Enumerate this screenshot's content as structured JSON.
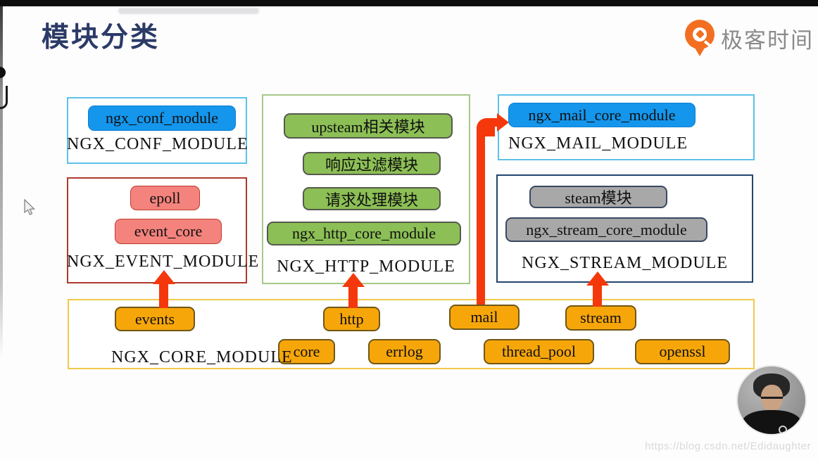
{
  "header": {
    "title": "模块分类",
    "brand": "极客时间"
  },
  "colors": {
    "title_navy": "#2b3a67",
    "arrow_red": "#f5380b",
    "blue_fill": "#1496ec",
    "blue_box_border": "#5ec1e8",
    "salmon_fill": "#f4837d",
    "red_box_border": "#b03a2e",
    "green_fill": "#8cbf55",
    "green_box_border": "#a7c887",
    "gray_fill": "#a8a8a8",
    "navy_box_border": "#24456e",
    "orange_fill": "#f7a60a",
    "gold_box_border": "#f3c84b",
    "logo_orange": "#f26f21"
  },
  "boxes": {
    "conf": {
      "label": "NGX_CONF_MODULE",
      "items": [
        "ngx_conf_module"
      ]
    },
    "event": {
      "label": "NGX_EVENT_MODULE",
      "items": [
        "epoll",
        "event_core"
      ]
    },
    "http": {
      "label": "NGX_HTTP_MODULE",
      "items": [
        "upsteam相关模块",
        "响应过滤模块",
        "请求处理模块",
        "ngx_http_core_module"
      ]
    },
    "mail": {
      "label": "NGX_MAIL_MODULE",
      "items": [
        "ngx_mail_core_module"
      ]
    },
    "stream": {
      "label": "NGX_STREAM_MODULE",
      "items": [
        "steam模块",
        "ngx_stream_core_module"
      ]
    },
    "core": {
      "label": "NGX_CORE_MODULE",
      "items": [
        "events",
        "http",
        "mail",
        "stream",
        "core",
        "errlog",
        "thread_pool",
        "openssl"
      ]
    }
  },
  "arrows": [
    {
      "from": "events",
      "to": "NGX_EVENT_MODULE"
    },
    {
      "from": "http",
      "to": "NGX_HTTP_MODULE"
    },
    {
      "from": "mail",
      "to": "NGX_MAIL_MODULE"
    },
    {
      "from": "stream",
      "to": "NGX_STREAM_MODULE"
    }
  ],
  "watermark": "https://blog.csdn.net/Edidaughter"
}
